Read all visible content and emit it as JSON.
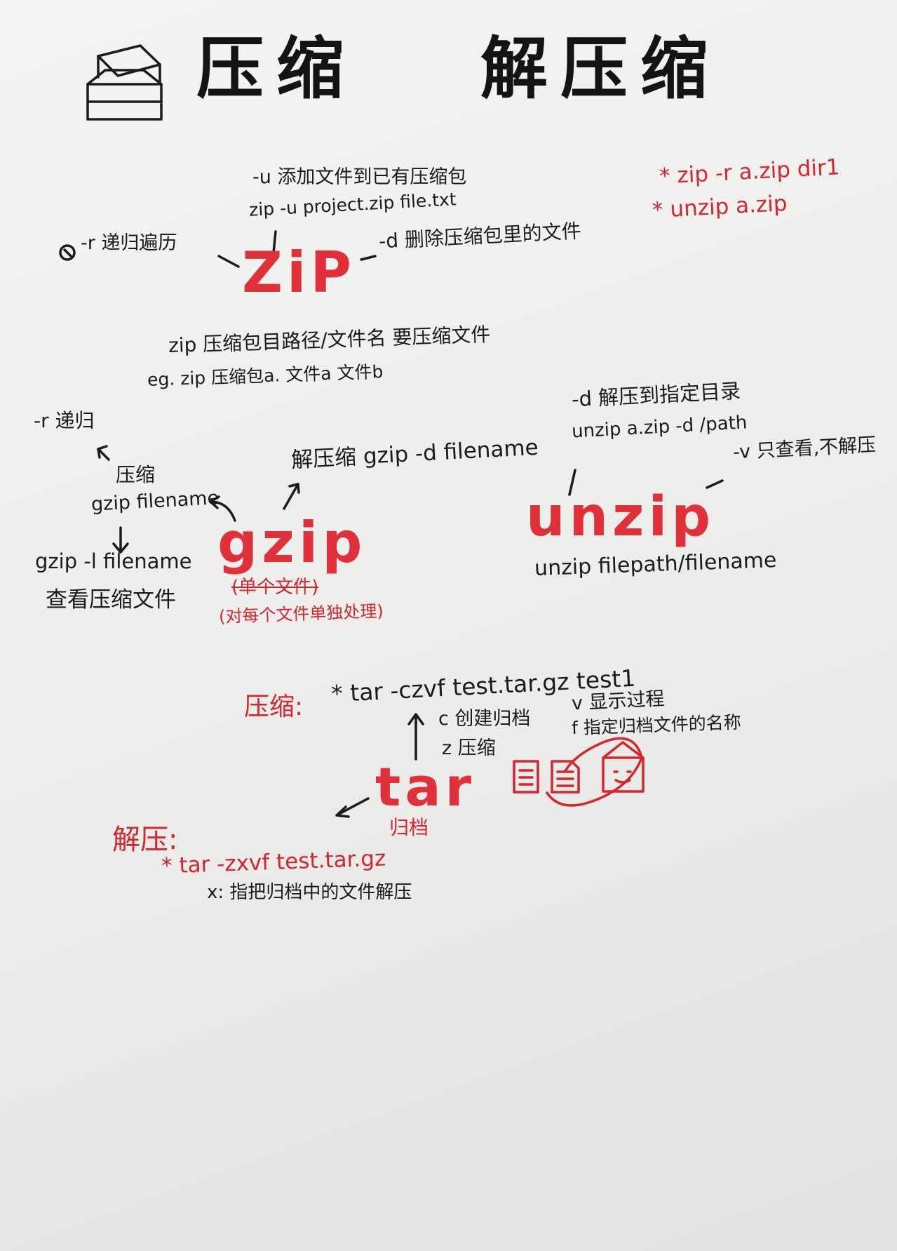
{
  "title": {
    "compress": "压缩",
    "decompress": "解压缩"
  },
  "zip": {
    "label": "ZiP",
    "opt_u": "-u 添加文件到已有压缩包",
    "opt_u_example": "zip -u project.zip file.txt",
    "opt_r": "-r 递归遍历",
    "opt_d": "-d 删除压缩包里的文件",
    "syntax": "zip 压缩包目路径/文件名 要压缩文件",
    "example": "eg. zip 压缩包a. 文件a 文件b"
  },
  "quick": {
    "line1": "* zip -r a.zip dir1",
    "line2": "* unzip a.zip"
  },
  "gzip": {
    "label": "gzip",
    "opt_r": "-r 递归",
    "compress_label": "压缩",
    "compress_cmd": "gzip filename",
    "decompress": "解压缩 gzip -d filename",
    "list_cmd": "gzip -l filename",
    "list_label": "查看压缩文件",
    "single_file": "(单个文件)",
    "per_file": "(对每个文件单独处理)"
  },
  "unzip": {
    "label": "unzip",
    "opt_d": "-d 解压到指定目录",
    "opt_d_example": "unzip a.zip -d /path",
    "opt_v": "-v 只查看,不解压",
    "syntax": "unzip filepath/filename"
  },
  "tar": {
    "label": "tar",
    "compress_label": "压缩:",
    "compress_cmd": "* tar -czvf test.tar.gz test1",
    "opt_c": "c 创建归档",
    "opt_z": "z 压缩",
    "opt_v": "v 显示过程",
    "opt_f": "f 指定归档文件的名称",
    "archive_label": "归档",
    "decompress_label": "解压:",
    "decompress_cmd": "* tar -zxvf test.tar.gz",
    "opt_x": "x: 指把归档中的文件解压"
  }
}
